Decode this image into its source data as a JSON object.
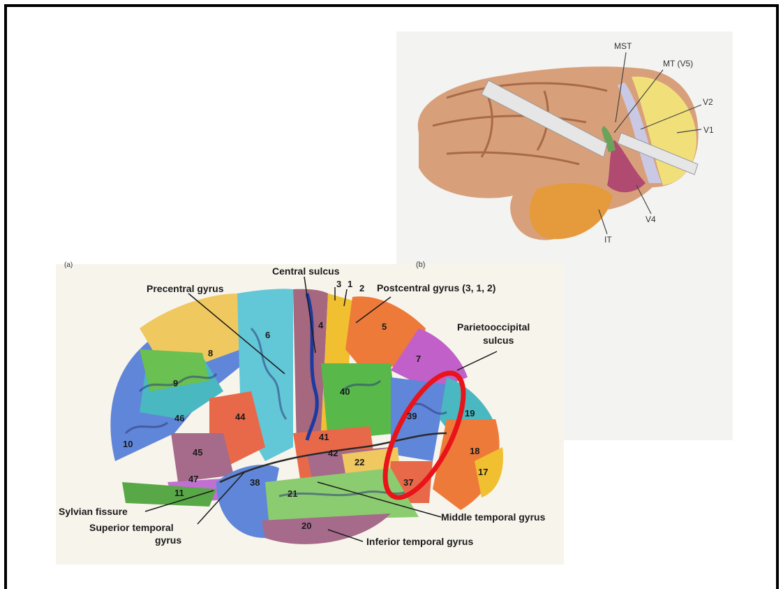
{
  "panel_b": {
    "tag": "(b)",
    "labels": {
      "mst": "MST",
      "mt": "MT (V5)",
      "v2": "V2",
      "v1": "V1",
      "v4": "V4",
      "it": "IT"
    }
  },
  "panel_a": {
    "tag": "(a)",
    "labels": {
      "central_sulcus": "Central sulcus",
      "precentral_gyrus": "Precentral gyrus",
      "postcentral_gyrus": "Postcentral gyrus (3, 1, 2)",
      "parietooccipital_1": "Parietooccipital",
      "parietooccipital_2": "sulcus",
      "sylvian_fissure": "Sylvian fissure",
      "superior_temporal_1": "Superior temporal",
      "superior_temporal_2": "gyrus",
      "middle_temporal_gyrus": "Middle temporal gyrus",
      "inferior_temporal_gyrus": "Inferior temporal gyrus"
    },
    "areas": {
      "a3": "3",
      "a1": "1",
      "a2": "2",
      "a4": "4",
      "a5": "5",
      "a6": "6",
      "a7": "7",
      "a8": "8",
      "a9": "9",
      "a10": "10",
      "a11": "11",
      "a17": "17",
      "a18": "18",
      "a19": "19",
      "a20": "20",
      "a21": "21",
      "a22": "22",
      "a37": "37",
      "a38": "38",
      "a39": "39",
      "a40": "40",
      "a41": "41",
      "a42": "42",
      "a44": "44",
      "a45": "45",
      "a46": "46",
      "a47": "47"
    }
  },
  "highlight_color": "#e8141a"
}
